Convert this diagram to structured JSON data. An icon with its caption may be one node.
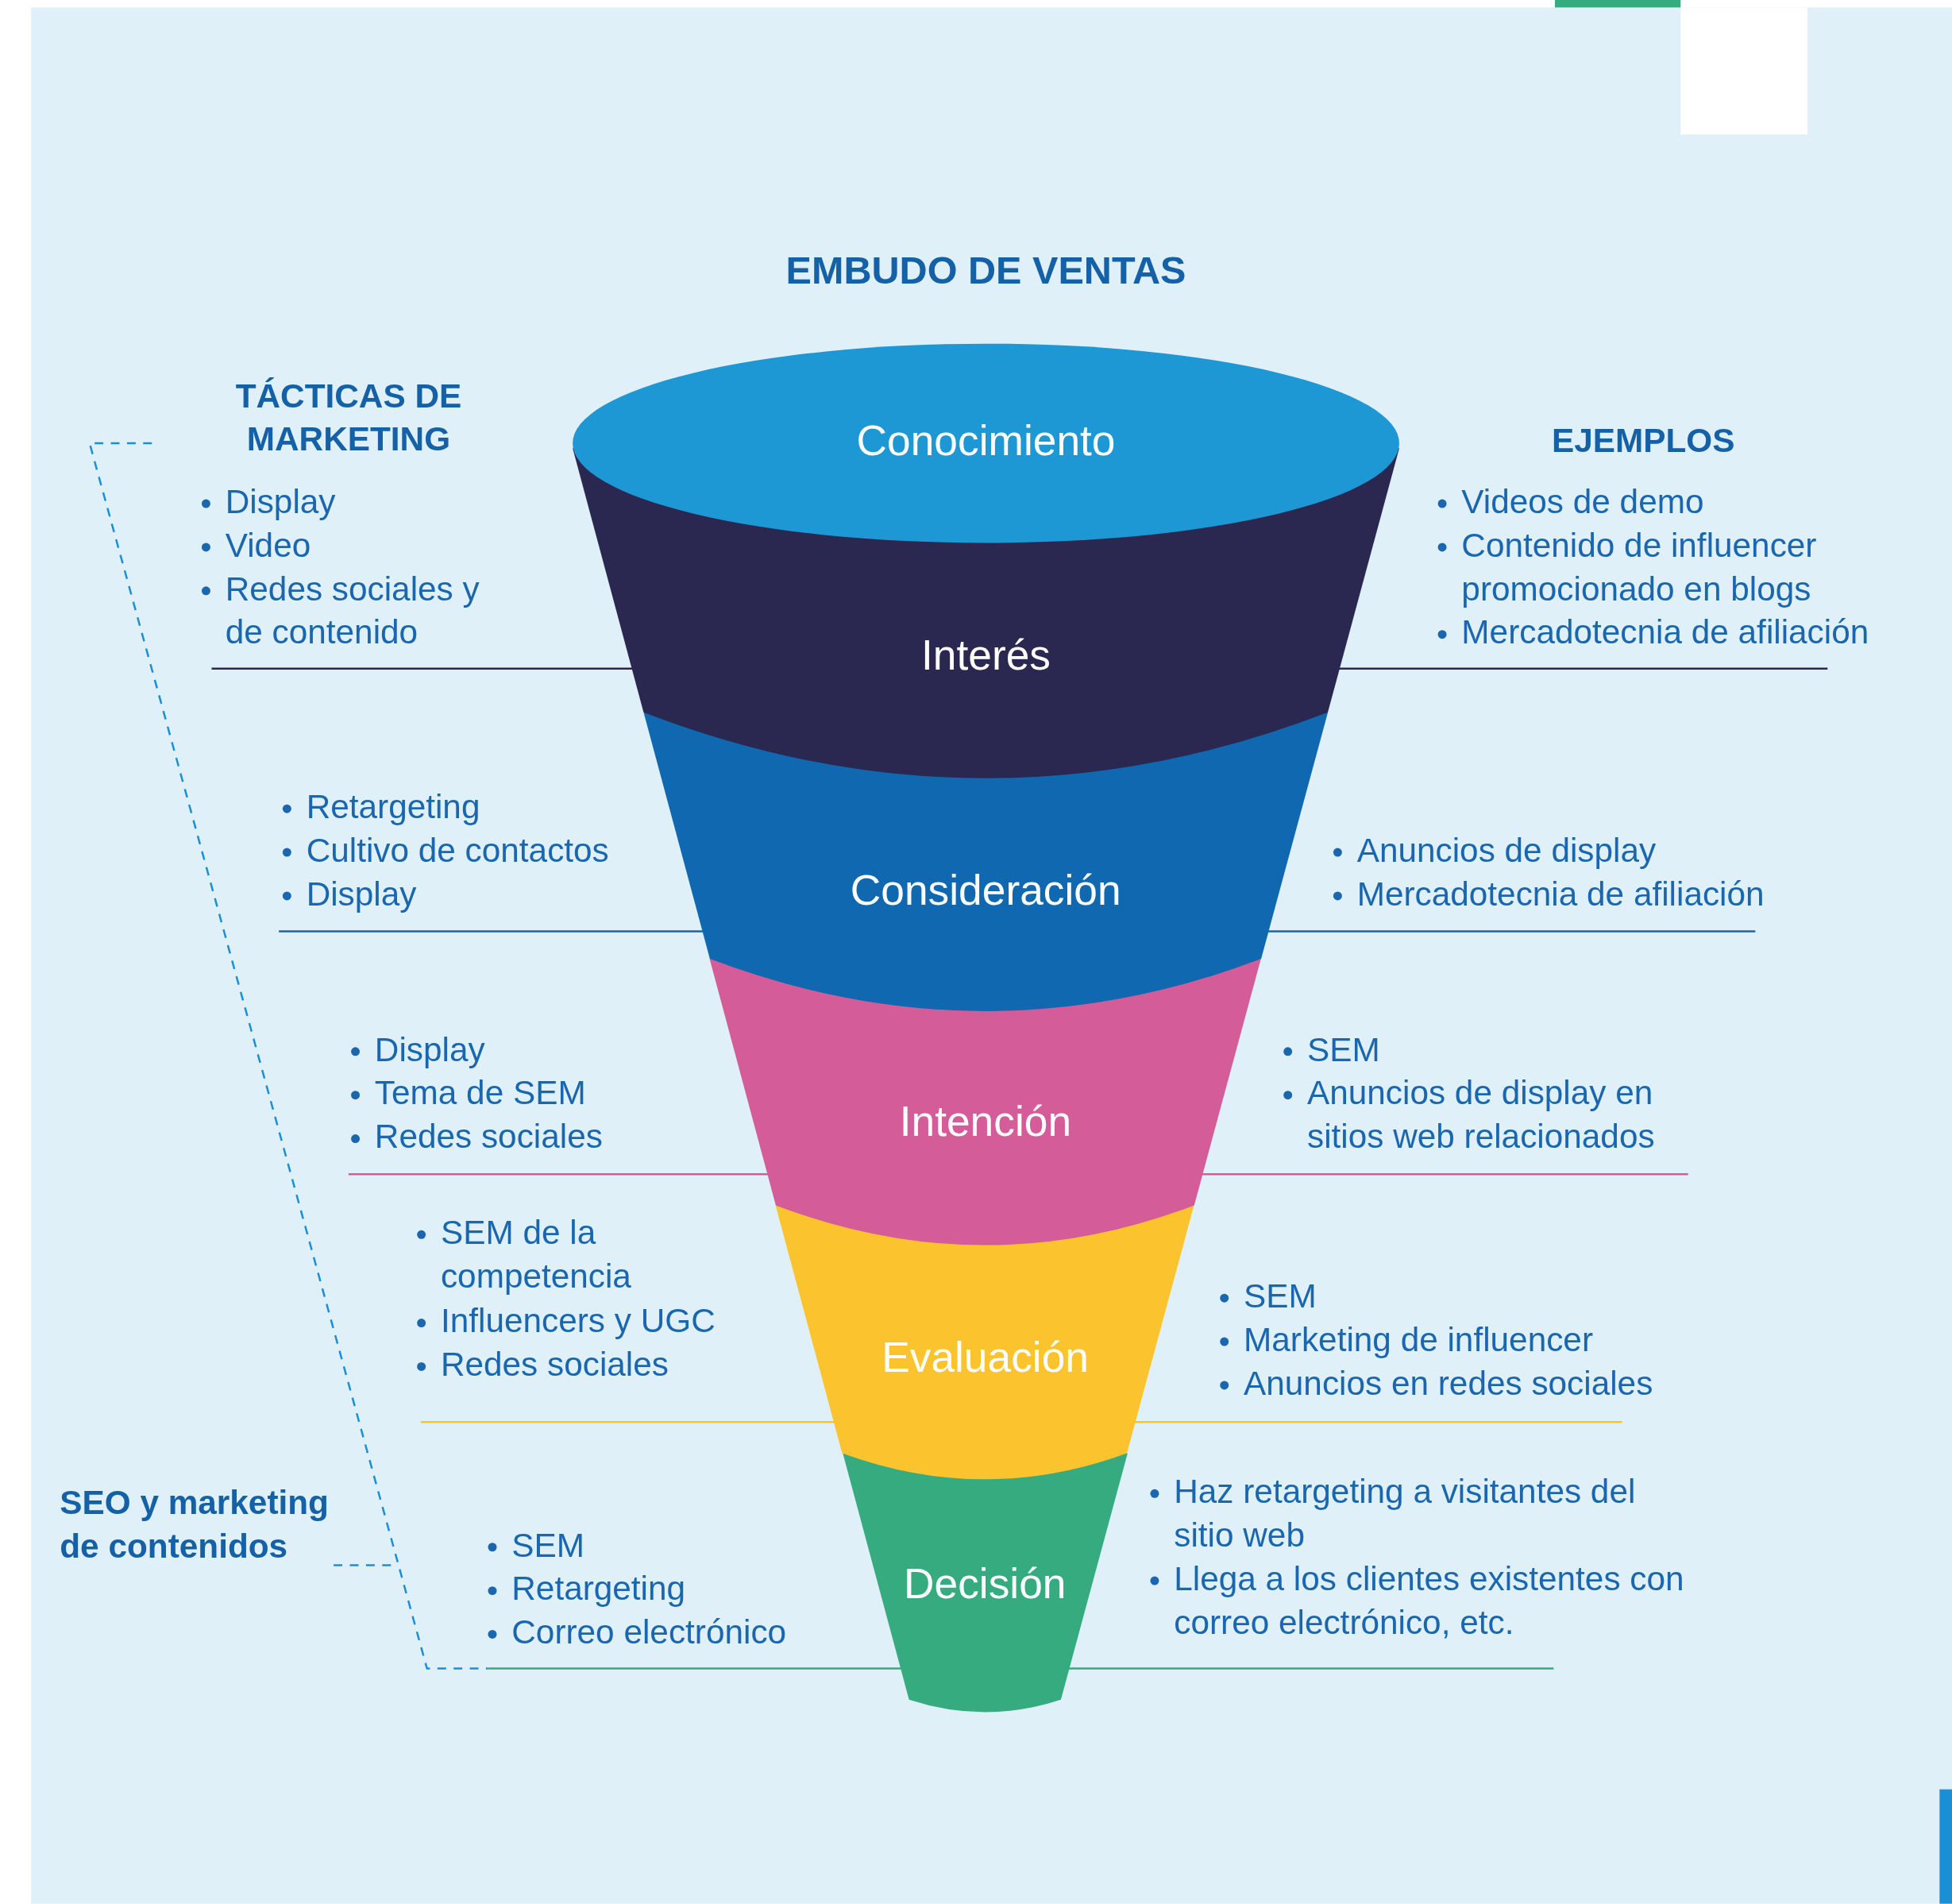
{
  "diagram": {
    "title": "EMBUDO DE VENTAS",
    "nodes": [
      {
        "text": [
          "Conocimiento"
        ]
      },
      {
        "text": [
          "Interés"
        ]
      },
      {
        "text": [
          "Consideración"
        ]
      },
      {
        "text": [
          "Intención"
        ]
      },
      {
        "text": [
          "Evaluación"
        ]
      },
      {
        "text": [
          "Decisión"
        ]
      }
    ],
    "labels": [
      "TÁCTICAS DE MARKETING",
      "EJEMPLOS",
      "Display",
      "Video",
      "Redes sociales y de contenido",
      "Videos de demo",
      "Contenido de influencer promocionado en blogs",
      "Mercadotecnia de afiliación",
      "Retargeting",
      "Cultivo de contactos",
      "Display",
      "Anuncios de display",
      "Mercadotecnia de afiliación",
      "Display",
      "Tema de SEM",
      "Redes sociales",
      "SEM",
      "Anuncios de display en sitios web relacionados",
      "SEM de la competencia",
      "Influencers y UGC",
      "Redes sociales",
      "SEM",
      "Marketing de influencer",
      "Anuncios en redes sociales",
      "SEM",
      "Retargeting",
      "Correo electrónico",
      "Haz retargeting a visitantes del sitio web",
      "Llega a los clientes existentes con correo electrónico, etc.",
      "SEO y marketing de contenidos"
    ]
  }
}
